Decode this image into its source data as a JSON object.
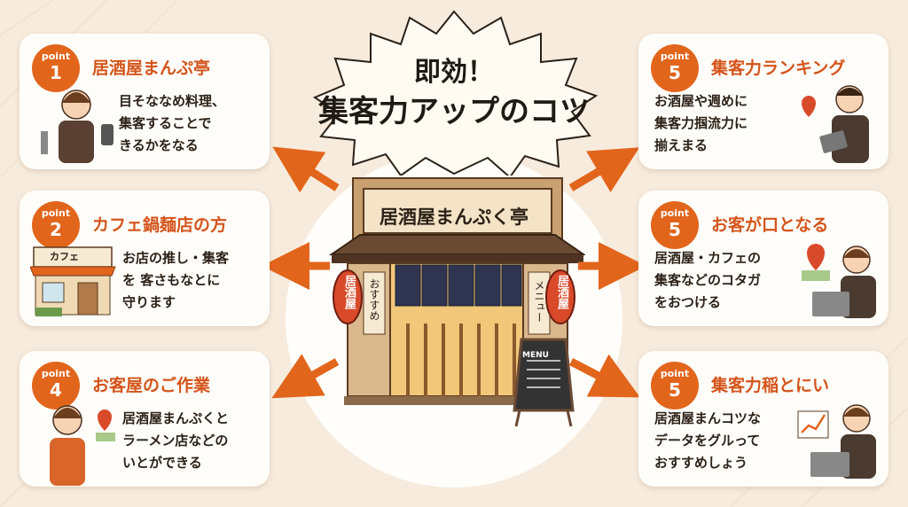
{
  "headline": {
    "line1": "即効！",
    "line2": "集客力アップのコツ"
  },
  "shop": {
    "sign": "居酒屋まんぷく亭",
    "lantern_left": "居酒屋",
    "lantern_right": "居酒屋",
    "noren_board": "おすすめ",
    "menu_board": "メニュー",
    "menu_label": "MENU"
  },
  "cards": [
    {
      "point_label": "point",
      "number": "1",
      "title": "居酒屋まんぷ亭",
      "lines": [
        "目そななめ料理、",
        "集客することで",
        "きるかをなる"
      ]
    },
    {
      "point_label": "point",
      "number": "2",
      "title": "カフェ鍋麺店の方",
      "lines": [
        "お店の推し・集客",
        "を 客さもなとに",
        "守ります"
      ],
      "shop_label": "カフェ"
    },
    {
      "point_label": "point",
      "number": "4",
      "title": "お客屋のご作業",
      "lines": [
        "居酒屋まんぷくと",
        "ラーメン店などの",
        "いとができる"
      ]
    },
    {
      "point_label": "point",
      "number": "5",
      "title": "集客力ランキング",
      "lines": [
        "お酒屋や週めに",
        "集客力掴流力に",
        "揃えまる"
      ]
    },
    {
      "point_label": "point",
      "number": "5",
      "title": "お客が口となる",
      "lines": [
        "居酒屋・カフェの",
        "集客などのコタガ",
        "をおつける"
      ]
    },
    {
      "point_label": "point",
      "number": "5",
      "title": "集客力稲とにい",
      "lines": [
        "居酒屋まんコツな",
        "データをグルって",
        "おすすめしょう"
      ]
    }
  ],
  "colors": {
    "accent": "#e2651c",
    "title": "#d4541a",
    "background": "#f7ebdd",
    "card": "#fffdf9"
  }
}
